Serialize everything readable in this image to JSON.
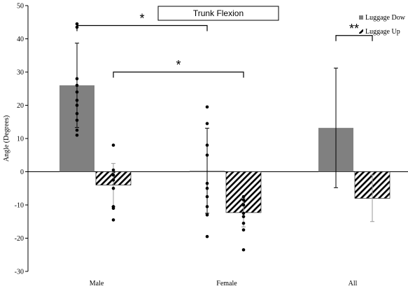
{
  "chart_data": {
    "type": "bar",
    "title": "Trunk Flexion",
    "ylabel": "Angle (Degrees)",
    "xlabel": "",
    "ylim": [
      -30,
      50
    ],
    "yticks": [
      -30,
      -20,
      -10,
      0,
      10,
      20,
      30,
      40,
      50
    ],
    "categories": [
      "Male",
      "Female",
      "All"
    ],
    "legend_position": "top-right",
    "grid": false,
    "series": [
      {
        "name": "Luggage Dow",
        "pattern": "solid",
        "color": "#808080",
        "values": [
          26,
          0.3,
          13.2
        ],
        "error": [
          12.7,
          12.8,
          18.0
        ],
        "points": [
          [
            44.5,
            43.5,
            28,
            26,
            24,
            21.5,
            20,
            17.5,
            15.5,
            12.5,
            11
          ],
          [
            19.5,
            14.5,
            8,
            5,
            -3.5,
            -5,
            -7.5,
            -10.5,
            -13,
            -19.5
          ],
          []
        ]
      },
      {
        "name": "Luggage Up",
        "pattern": "diagonal-hatch",
        "color": "#000000",
        "values": [
          -4,
          -12.3,
          -8
        ],
        "error": [
          6.5,
          4.3,
          7.0
        ],
        "points": [
          [
            8,
            0.5,
            -1,
            -2.5,
            -5,
            -10.5,
            -11,
            -14.5
          ],
          [
            -7.5,
            -8.5,
            -10,
            -12.5,
            -13.5,
            -15.5,
            -17.5,
            -23.5
          ],
          []
        ]
      }
    ],
    "annotations": [
      {
        "label": "*",
        "from": [
          0,
          0
        ],
        "to": [
          1,
          0
        ],
        "level": 44
      },
      {
        "label": "*",
        "from": [
          0,
          1
        ],
        "to": [
          1,
          1
        ],
        "level": 30
      },
      {
        "label": "**",
        "from": [
          2,
          0
        ],
        "to": [
          2,
          1
        ],
        "level": 41
      }
    ]
  }
}
